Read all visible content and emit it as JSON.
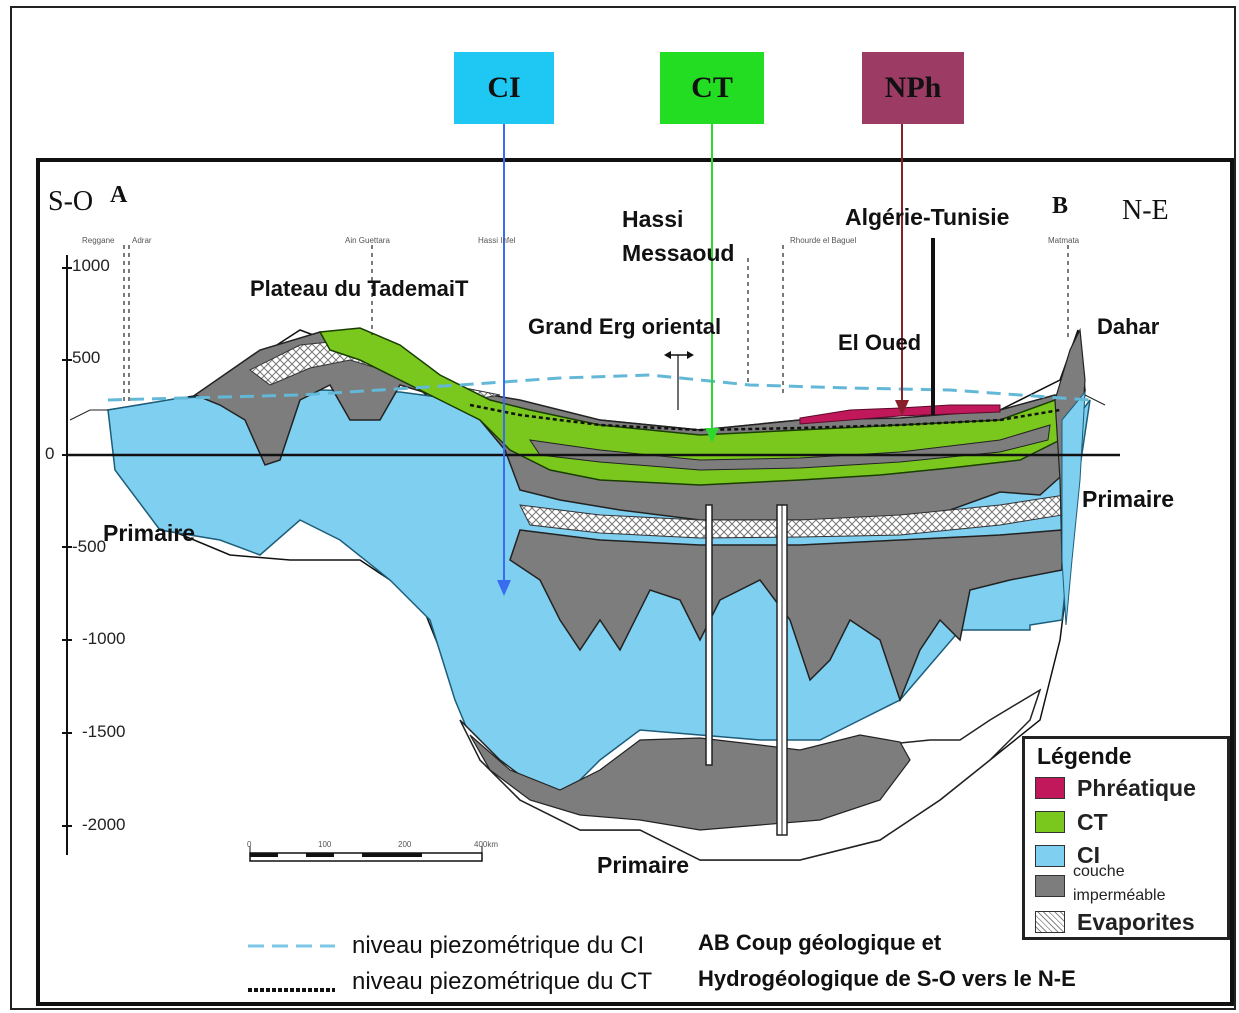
{
  "tags": [
    {
      "label": "CI",
      "color": "#1fc8f3"
    },
    {
      "label": "CT",
      "color": "#22dd22"
    },
    {
      "label": "NPh",
      "color": "#9c3b63"
    }
  ],
  "orientation": {
    "left": "S-O",
    "right": "N-E",
    "point_a": "A",
    "point_b": "B"
  },
  "axis_ticks": [
    "1000",
    "500",
    "0",
    "-500",
    "-1000",
    "-1500",
    "-2000"
  ],
  "locations": {
    "hassi": "Hassi",
    "messaoud": "Messaoud",
    "algerie_tunisie": "Algérie-Tunisie",
    "plateau": "Plateau du TademaiT",
    "grand_erg": "Grand Erg oriental",
    "el_oued": "El Oued",
    "dahar": "Dahar",
    "primaire_left": "Primaire",
    "primaire_right": "Primaire",
    "primaire_bottom": "Primaire"
  },
  "small_labels": {
    "reggane": "Reggane",
    "adrar": "Adrar",
    "ain_guettara": "Ain Guettara",
    "hassi_infel": "Hassi Infel",
    "rhourde": "Rhourde el Baguel",
    "matmata": "Matmata",
    "scale_0": "0",
    "scale_1": "100",
    "scale_2": "200",
    "scale_3": "400km"
  },
  "legend": {
    "title": "Légende",
    "items": [
      {
        "label": "Phréatique",
        "color": "#c0185a"
      },
      {
        "label": "CT",
        "color": "#7ac81e"
      },
      {
        "label": "CI",
        "color": "#7fcff0"
      },
      {
        "label": "couche imperméable",
        "color": "#7d7d7d"
      },
      {
        "label": "Evaporites",
        "color": "#e8e8e8"
      }
    ],
    "couche": "couche",
    "impermeable": "imperméable"
  },
  "bottom_legend": {
    "ci_line": "niveau piezométrique du CI",
    "ct_line": "niveau piezométrique du CT",
    "caption_1": "AB Coup géologique et",
    "caption_2": "Hydrogéologique de S-O vers le N-E"
  }
}
